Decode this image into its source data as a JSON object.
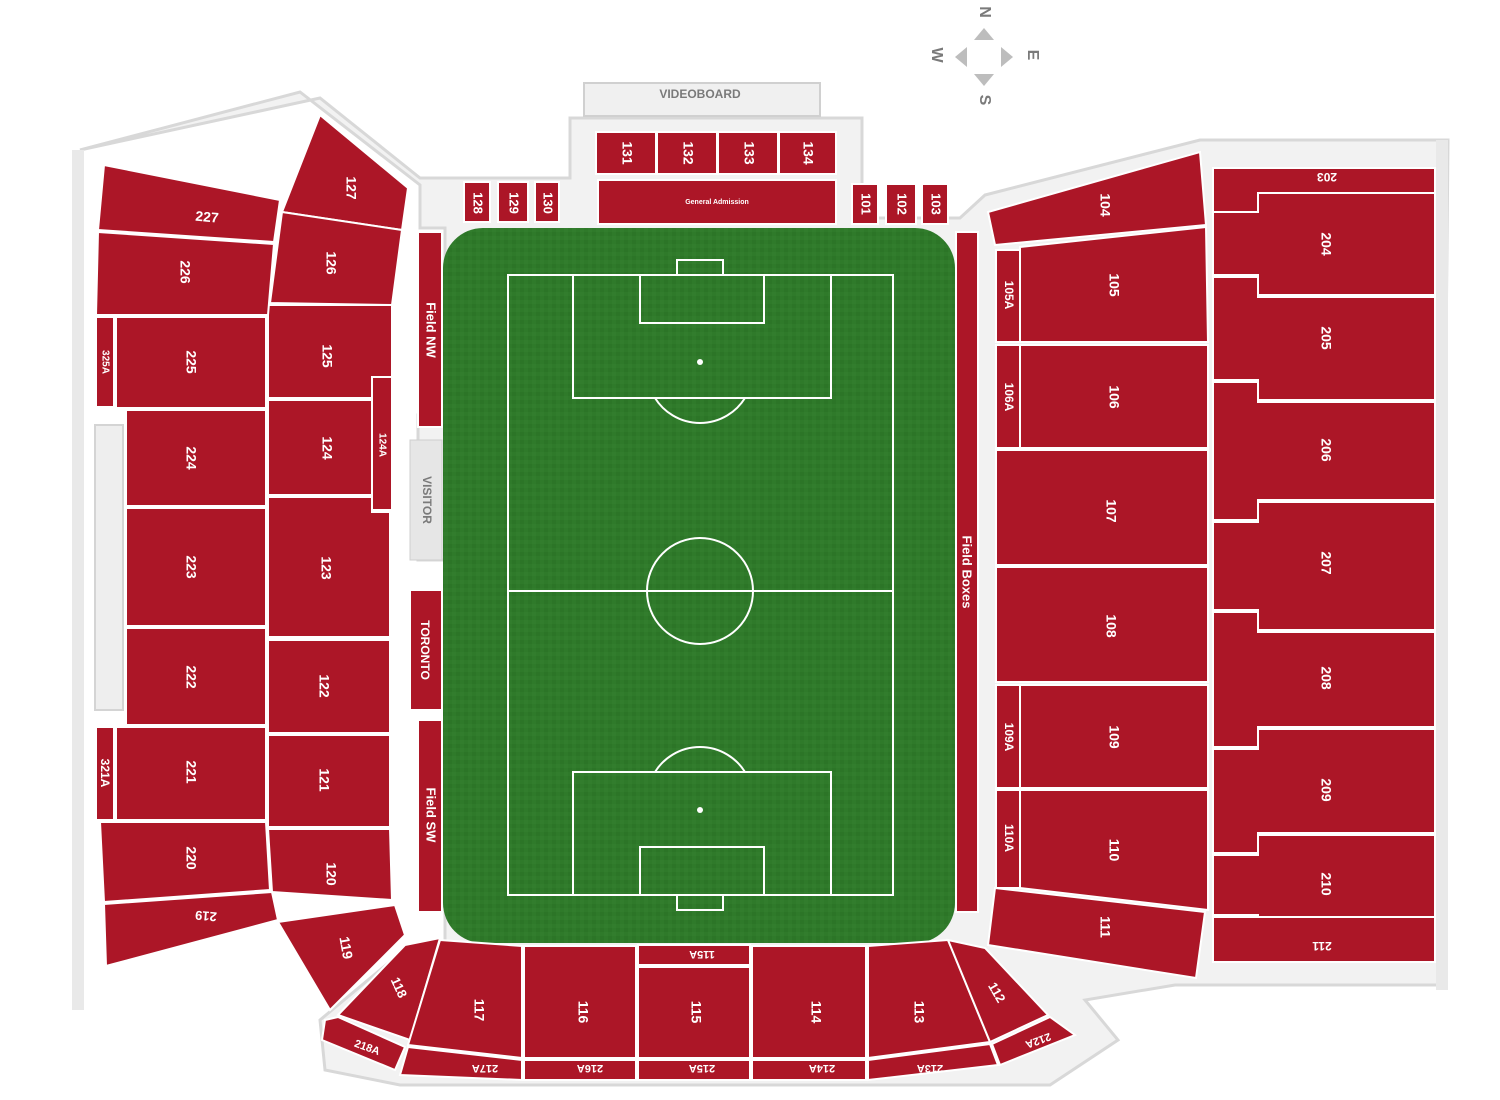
{
  "colors": {
    "section": "#ac1627",
    "pitch": "#2f7a2a",
    "outline": "#f2f2f2",
    "panel": "#e6e6e6",
    "text_light": "#ffffff",
    "text_dark": "#7a7a7a"
  },
  "compass": {
    "n": "N",
    "s": "S",
    "e": "E",
    "w": "W"
  },
  "labels": {
    "videoboard": "VIDEOBOARD",
    "general_admission": "General Admission",
    "visitor": "VISITOR",
    "toronto": "TORONTO",
    "field_nw": "Field NW",
    "field_sw": "Field SW",
    "field_boxes": "Field Boxes"
  },
  "sections": {
    "101": "101",
    "102": "102",
    "103": "103",
    "104": "104",
    "105": "105",
    "105A": "105A",
    "106": "106",
    "106A": "106A",
    "107": "107",
    "108": "108",
    "109": "109",
    "109A": "109A",
    "110": "110",
    "110A": "110A",
    "111": "111",
    "112": "112",
    "113": "113",
    "114": "114",
    "115": "115",
    "115A": "115A",
    "116": "116",
    "117": "117",
    "118": "118",
    "119": "119",
    "120": "120",
    "121": "121",
    "122": "122",
    "123": "123",
    "124": "124",
    "124A": "124A",
    "125": "125",
    "126": "126",
    "127": "127",
    "128": "128",
    "129": "129",
    "130": "130",
    "131": "131",
    "132": "132",
    "133": "133",
    "134": "134",
    "203": "203",
    "204": "204",
    "205": "205",
    "206": "206",
    "207": "207",
    "208": "208",
    "209": "209",
    "210": "210",
    "211": "211",
    "212A": "212A",
    "213A": "213A",
    "214A": "214A",
    "215A": "215A",
    "216A": "216A",
    "217A": "217A",
    "218A": "218A",
    "219": "219",
    "220": "220",
    "221": "221",
    "222": "222",
    "223": "223",
    "224": "224",
    "225": "225",
    "226": "226",
    "227": "227",
    "321A": "321A",
    "325A": "325A"
  }
}
